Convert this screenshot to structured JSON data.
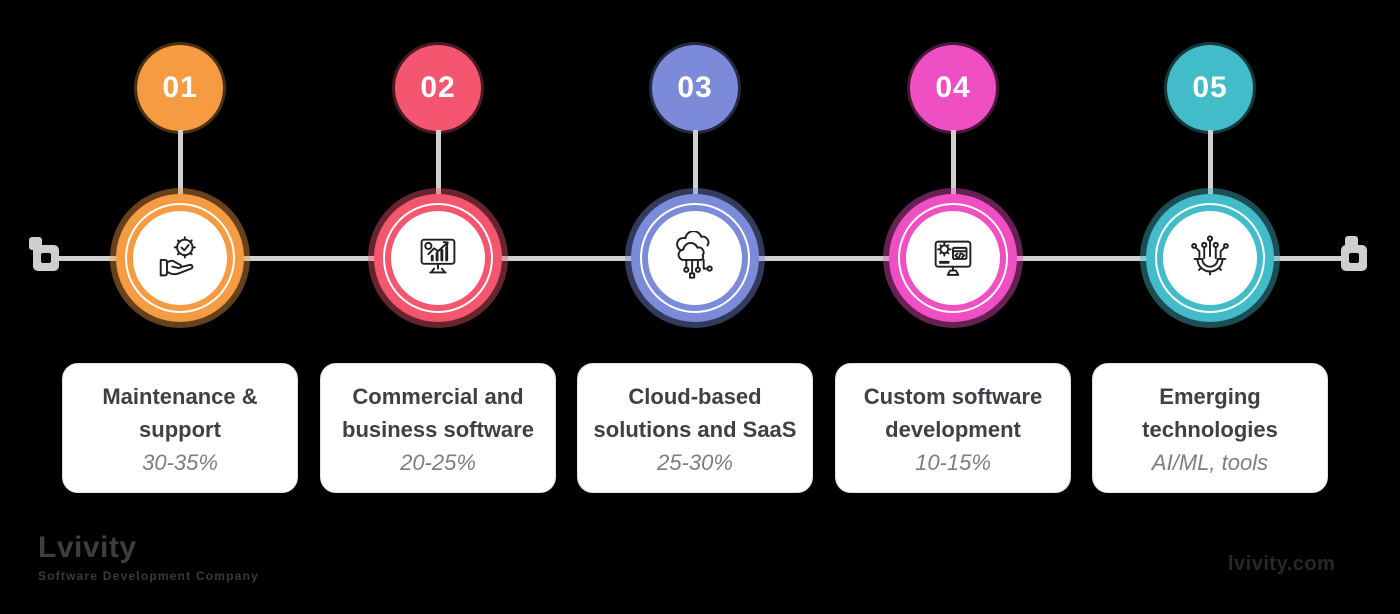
{
  "page": {
    "background": "#000000"
  },
  "timeline": {
    "line_color": "#cfcfcf",
    "connector_color": "#cfcfcf"
  },
  "steps": [
    {
      "number": "01",
      "color": "#F59B42",
      "icon": "hand-gear-check-icon",
      "title": "Maintenance & support",
      "value": "30-35%"
    },
    {
      "number": "02",
      "color": "#F4566F",
      "icon": "monitor-analytics-icon",
      "title": "Commercial and business software",
      "value": "20-25%"
    },
    {
      "number": "03",
      "color": "#7B8BD9",
      "icon": "cloud-network-icon",
      "title": "Cloud-based solutions and SaaS",
      "value": "25-30%"
    },
    {
      "number": "04",
      "color": "#F04FC4",
      "icon": "monitor-code-gear-icon",
      "title": "Custom software development",
      "value": "10-15%"
    },
    {
      "number": "05",
      "color": "#43BCC9",
      "icon": "gear-circuit-icon",
      "title": "Emerging technologies",
      "value": "AI/ML, tools"
    }
  ],
  "footer": {
    "logo_text": "Lvivity",
    "logo_tagline": "Software Development Company",
    "watermark": "lvivity.com"
  }
}
